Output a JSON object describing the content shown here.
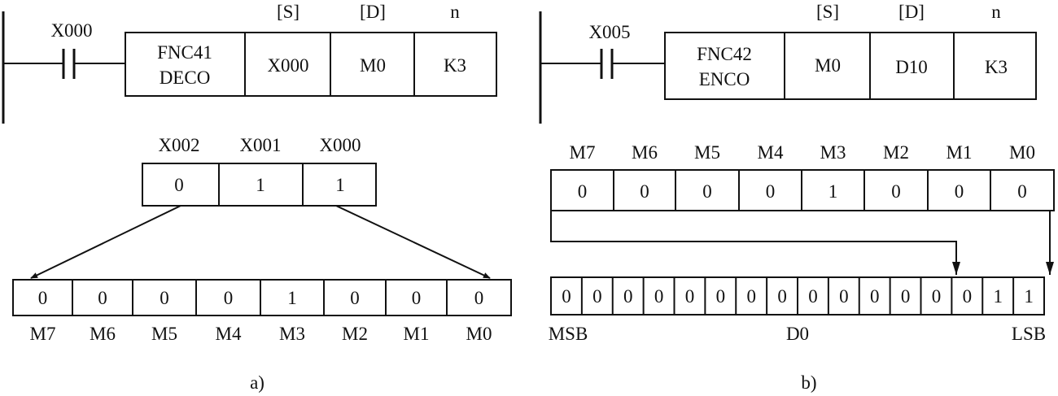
{
  "panel_a": {
    "contact_label": "X000",
    "instr_code": "FNC41",
    "instr_name": "DECO",
    "op_headers": [
      "[S]",
      "[D]",
      "n"
    ],
    "operands": [
      "X000",
      "M0",
      "K3"
    ],
    "src_labels": [
      "X002",
      "X001",
      "X000"
    ],
    "src_bits": [
      "0",
      "1",
      "1"
    ],
    "dst_bits": [
      "0",
      "0",
      "0",
      "0",
      "1",
      "0",
      "0",
      "0"
    ],
    "dst_labels": [
      "M7",
      "M6",
      "M5",
      "M4",
      "M3",
      "M2",
      "M1",
      "M0"
    ],
    "caption": "a)"
  },
  "panel_b": {
    "contact_label": "X005",
    "instr_code": "FNC42",
    "instr_name": "ENCO",
    "op_headers": [
      "[S]",
      "[D]",
      "n"
    ],
    "operands": [
      "M0",
      "D10",
      "K3"
    ],
    "src_labels": [
      "M7",
      "M6",
      "M5",
      "M4",
      "M3",
      "M2",
      "M1",
      "M0"
    ],
    "src_bits": [
      "0",
      "0",
      "0",
      "0",
      "1",
      "0",
      "0",
      "0"
    ],
    "dst_bits": [
      "0",
      "0",
      "0",
      "0",
      "0",
      "0",
      "0",
      "0",
      "0",
      "0",
      "0",
      "0",
      "0",
      "0",
      "1",
      "1"
    ],
    "msb_label": "MSB",
    "reg_label": "D0",
    "lsb_label": "LSB",
    "caption": "b)"
  }
}
